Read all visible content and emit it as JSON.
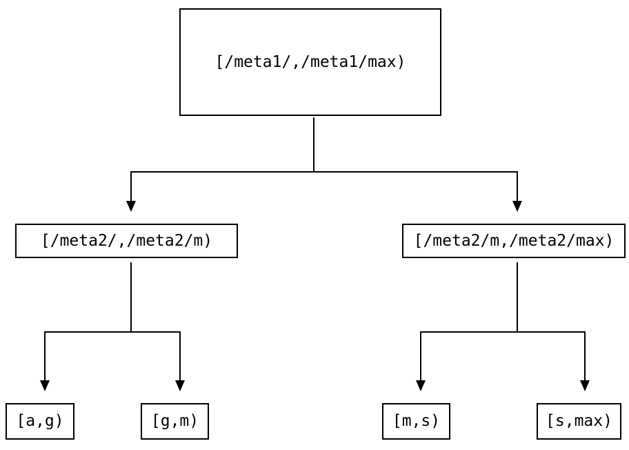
{
  "diagram": {
    "type": "tree",
    "background_color": "#ffffff",
    "line_color": "#000000",
    "node_border_color": "#000000",
    "node_fill_color": "#ffffff",
    "text_color": "#000000",
    "nodes": {
      "root": {
        "label": "[/meta1/,/meta1/max)"
      },
      "left_child": {
        "label": "[/meta2/,/meta2/m)"
      },
      "right_child": {
        "label": "[/meta2/m,/meta2/max)"
      },
      "leaf_ag": {
        "label": "[a,g)"
      },
      "leaf_gm": {
        "label": "[g,m)"
      },
      "leaf_ms": {
        "label": "[m,s)"
      },
      "leaf_smax": {
        "label": "[s,max)"
      }
    },
    "edges": [
      {
        "from": "root",
        "to": "left_child"
      },
      {
        "from": "root",
        "to": "right_child"
      },
      {
        "from": "left_child",
        "to": "leaf_ag"
      },
      {
        "from": "left_child",
        "to": "leaf_gm"
      },
      {
        "from": "right_child",
        "to": "leaf_ms"
      },
      {
        "from": "right_child",
        "to": "leaf_smax"
      }
    ]
  }
}
